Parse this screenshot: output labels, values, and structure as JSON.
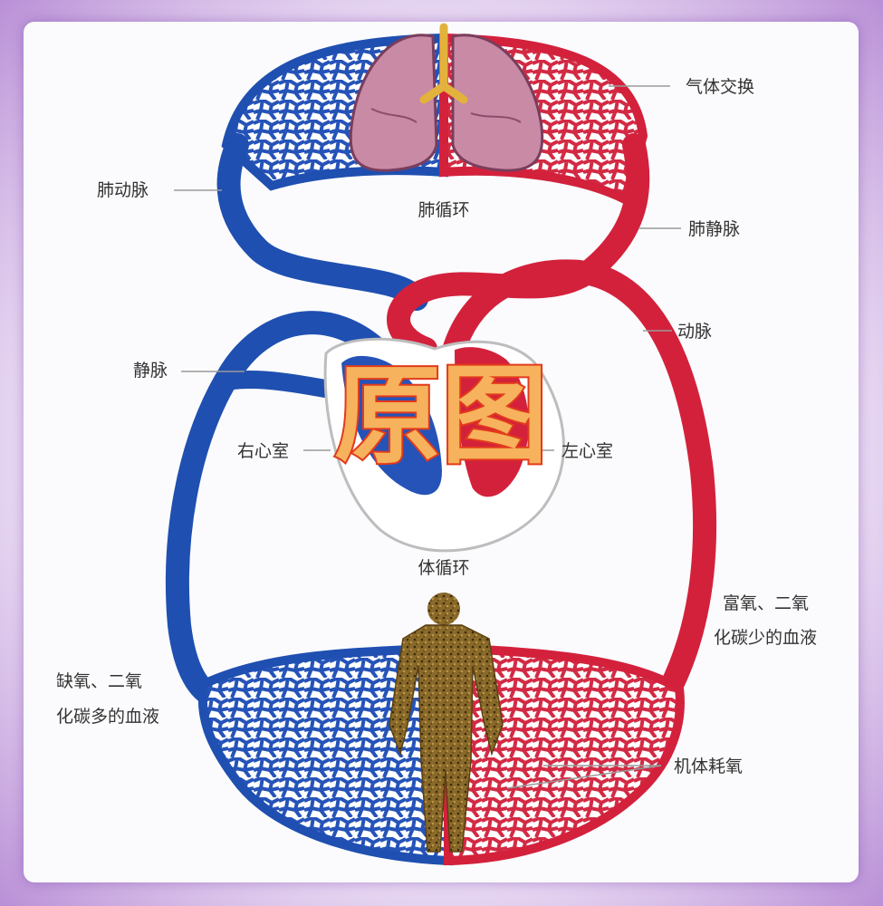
{
  "labels": {
    "gas_exchange": "气体交换",
    "pulmonary_artery": "肺动脉",
    "pulmonary_circulation": "肺循环",
    "pulmonary_vein": "肺静脉",
    "artery": "动脉",
    "vein": "静脉",
    "right_ventricle": "右心室",
    "left_ventricle": "左心室",
    "systemic_circulation": "体循环",
    "oxygen_rich_line1": "富氧、二氧",
    "oxygen_rich_line2": "化碳少的血液",
    "oxygen_poor_line1": "缺氧、二氧",
    "oxygen_poor_line2": "化碳多的血液",
    "body_consumes_oxygen": "机体耗氧"
  },
  "watermark": "原图",
  "colors": {
    "oxygenated": "#d3213c",
    "deoxygenated": "#1f4fb0",
    "lung": "#c98aa6",
    "heart_outline": "#ffffff",
    "body": "#8a6a2a",
    "watermark_fill": "#f6b25c",
    "watermark_stroke": "#e23a1c"
  }
}
